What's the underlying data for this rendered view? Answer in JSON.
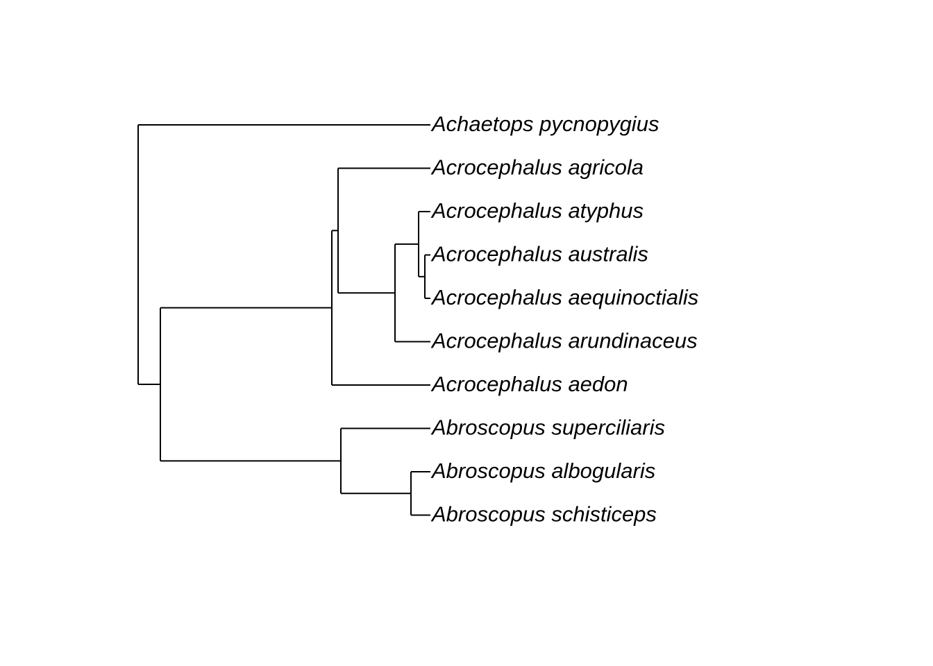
{
  "tree": {
    "tips": [
      {
        "id": "t1",
        "label": "Achaetops pycnopygius"
      },
      {
        "id": "t2",
        "label": "Acrocephalus agricola"
      },
      {
        "id": "t3",
        "label": "Acrocephalus atyphus"
      },
      {
        "id": "t4",
        "label": "Acrocephalus australis"
      },
      {
        "id": "t5",
        "label": "Acrocephalus aequinoctialis"
      },
      {
        "id": "t6",
        "label": "Acrocephalus arundinaceus"
      },
      {
        "id": "t7",
        "label": "Acrocephalus aedon"
      },
      {
        "id": "t8",
        "label": "Abroscopus superciliaris"
      },
      {
        "id": "t9",
        "label": "Abroscopus albogularis"
      },
      {
        "id": "t10",
        "label": "Abroscopus schisticeps"
      }
    ],
    "topology": {
      "id": "root",
      "children": [
        {
          "tip": "t1"
        },
        {
          "id": "ingroup",
          "children": [
            {
              "id": "acrocephalus",
              "children": [
                {
                  "id": "acro-core",
                  "children": [
                    {
                      "tip": "t2"
                    },
                    {
                      "id": "acro-inner",
                      "children": [
                        {
                          "id": "pacific",
                          "children": [
                            {
                              "tip": "t3"
                            },
                            {
                              "id": "aus-aeq",
                              "children": [
                                {
                                  "tip": "t4"
                                },
                                {
                                  "tip": "t5"
                                }
                              ]
                            }
                          ]
                        },
                        {
                          "tip": "t6"
                        }
                      ]
                    }
                  ]
                },
                {
                  "tip": "t7"
                }
              ]
            },
            {
              "id": "abroscopus",
              "children": [
                {
                  "tip": "t8"
                },
                {
                  "id": "alb-sch",
                  "children": [
                    {
                      "tip": "t9"
                    },
                    {
                      "tip": "t10"
                    }
                  ]
                }
              ]
            }
          ]
        }
      ]
    }
  }
}
